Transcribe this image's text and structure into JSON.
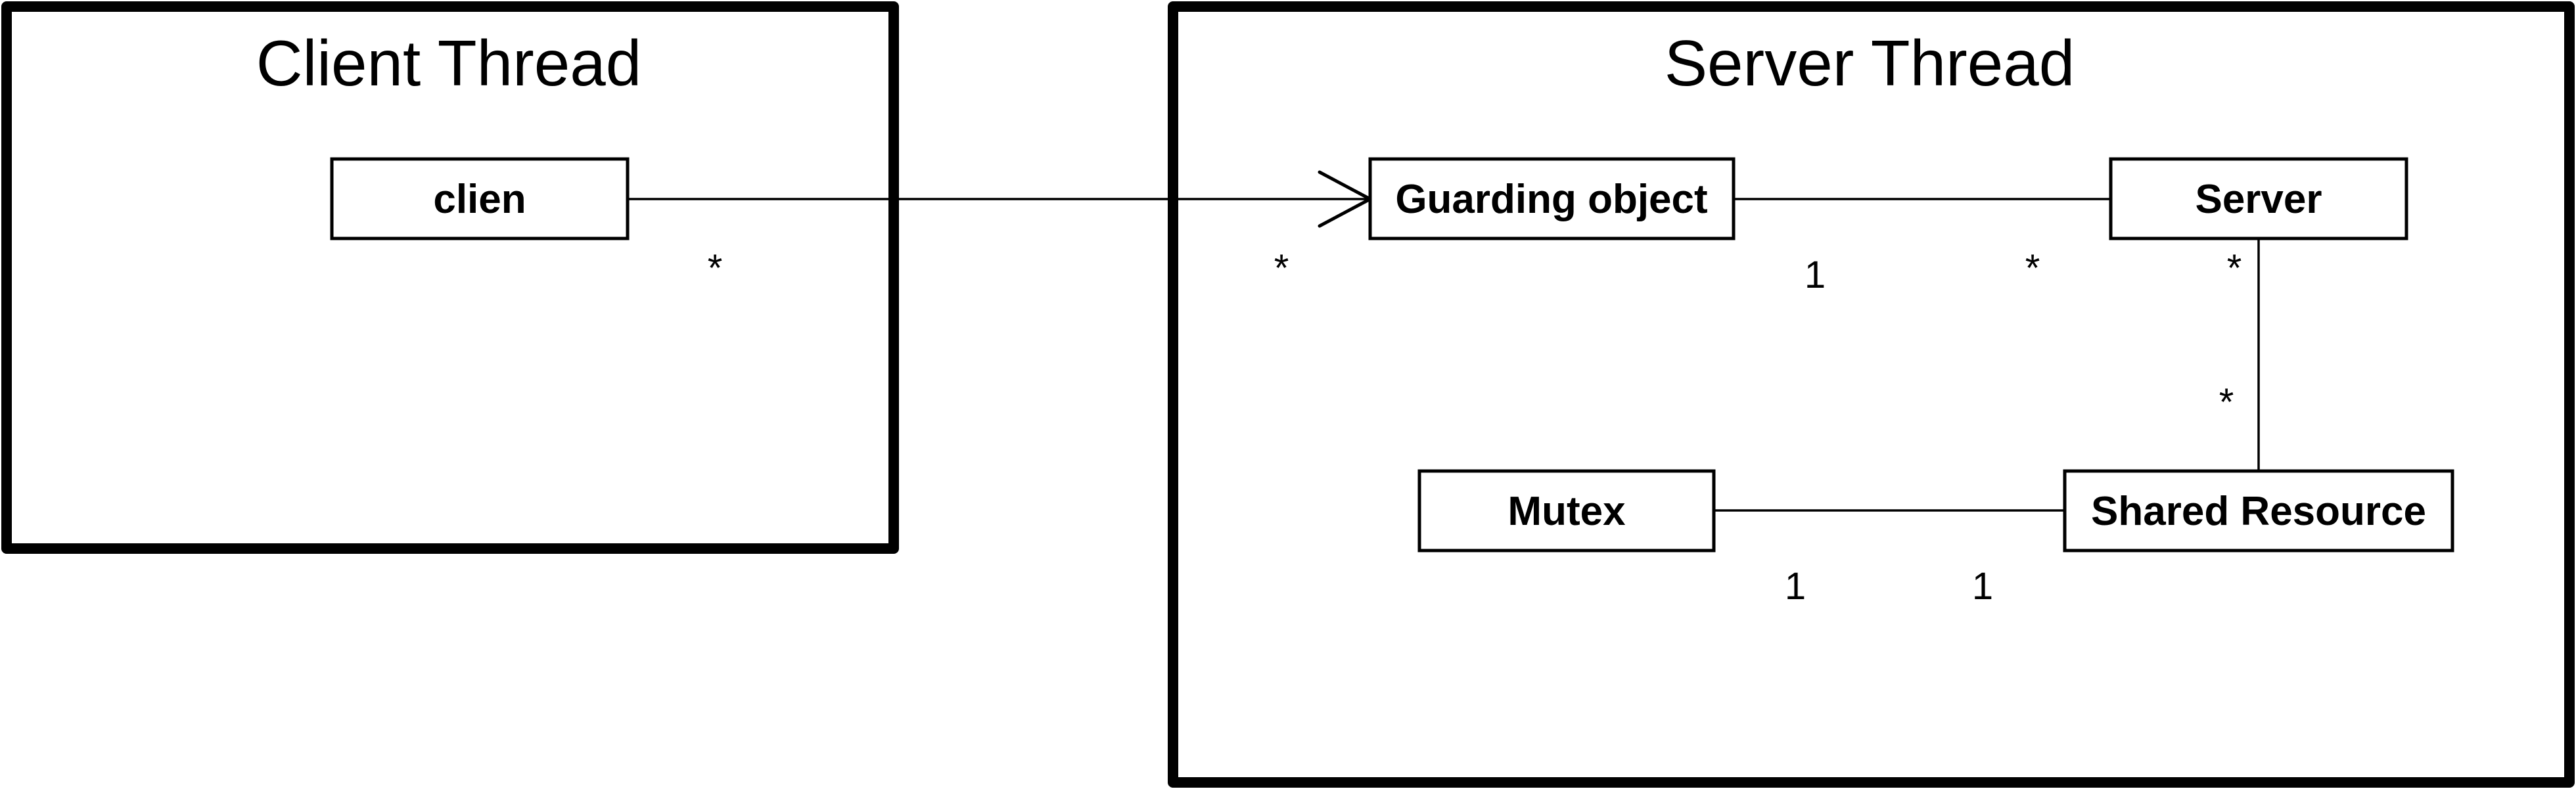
{
  "frames": {
    "client": {
      "title": "Client Thread"
    },
    "server": {
      "title": "Server Thread"
    }
  },
  "classes": {
    "client": {
      "label": "clien"
    },
    "guarding_object": {
      "label": "Guarding object"
    },
    "server": {
      "label": "Server"
    },
    "mutex": {
      "label": "Mutex"
    },
    "shared_resource": {
      "label": "Shared Resource"
    }
  },
  "associations": {
    "client_guarding": {
      "source": "clien",
      "target": "Guarding object",
      "navigable_to_target": true,
      "source_multiplicity": "*",
      "target_multiplicity": "*"
    },
    "guarding_server": {
      "source": "Guarding object",
      "target": "Server",
      "source_multiplicity": "1",
      "target_multiplicity": "*"
    },
    "server_shared": {
      "source": "Server",
      "target": "Shared Resource",
      "source_multiplicity": "*",
      "target_multiplicity": "*"
    },
    "mutex_shared": {
      "source": "Mutex",
      "target": "Shared Resource",
      "source_multiplicity": "1",
      "target_multiplicity": "1"
    }
  }
}
